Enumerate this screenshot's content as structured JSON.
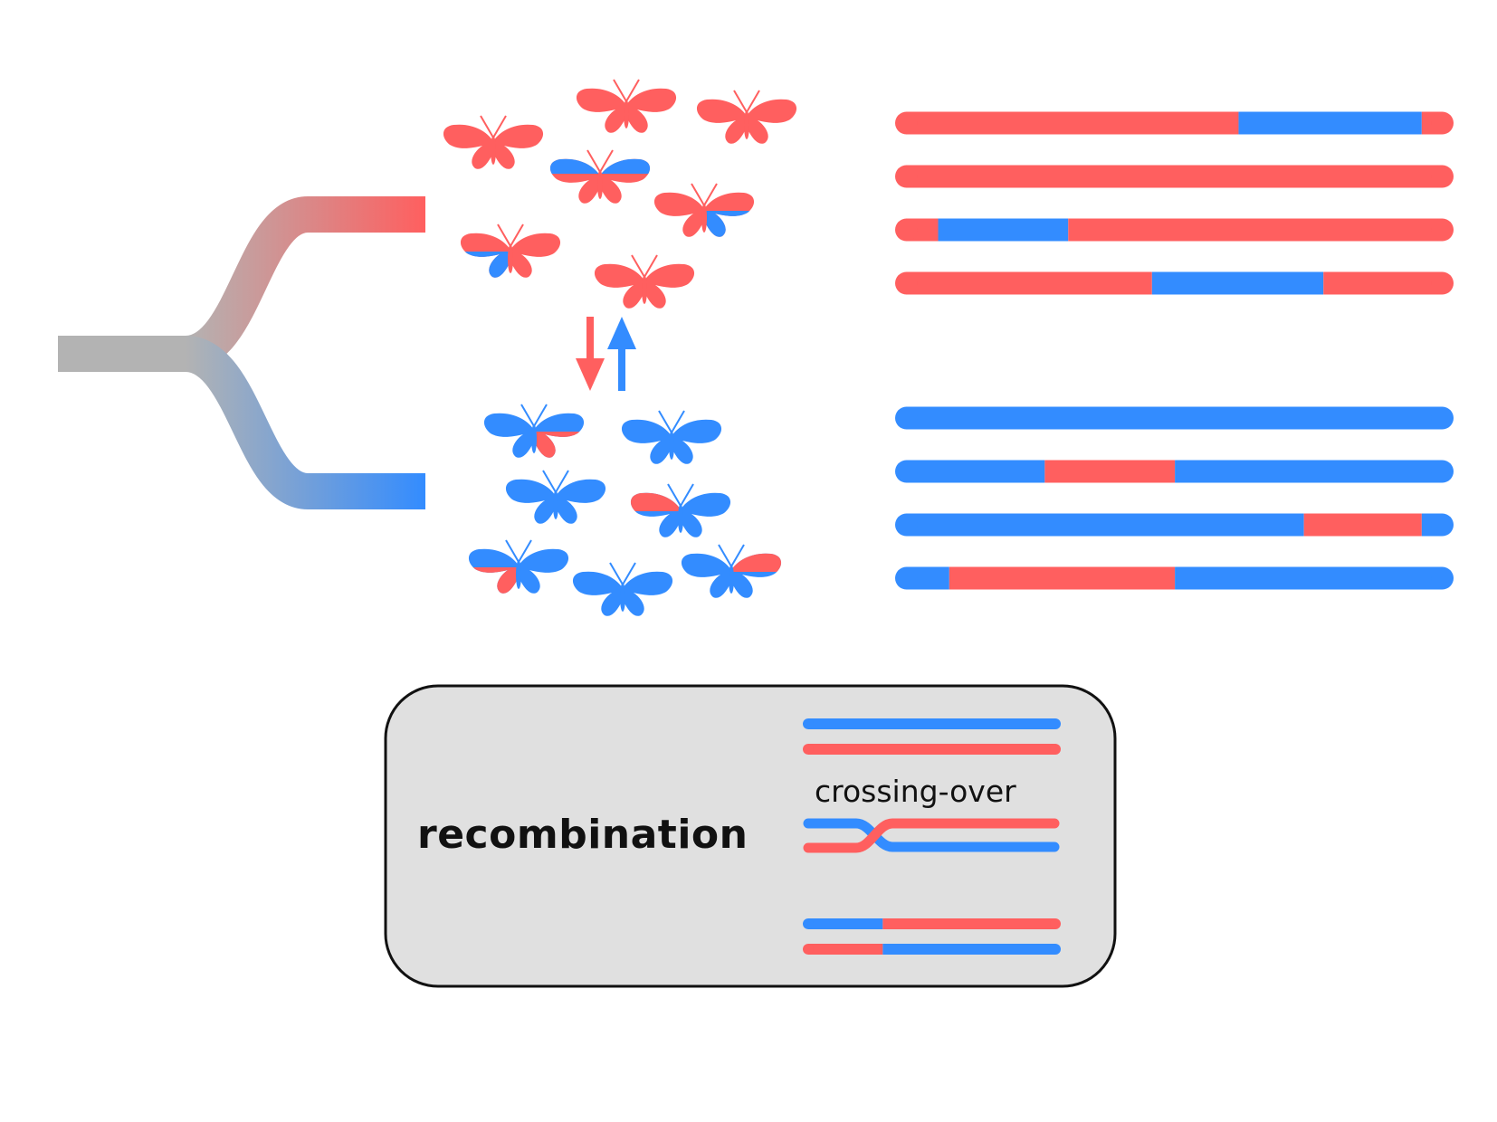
{
  "labels": {
    "recombination": "recombination",
    "crossing_over": "crossing-over"
  },
  "colors": {
    "red": "#ff5f5f",
    "blue": "#338cff",
    "gray": "#b3b3b3",
    "panel_fill": "#e0e0e0",
    "panel_border": "#111111"
  },
  "tree": {
    "branches": [
      "red",
      "blue"
    ]
  },
  "populations": {
    "red": {
      "butterflies": [
        {
          "base": "red",
          "patch": "none"
        },
        {
          "base": "red",
          "patch": "none"
        },
        {
          "base": "red",
          "patch": "none"
        },
        {
          "base": "red",
          "patch": "blue-upper-wings"
        },
        {
          "base": "red",
          "patch": "blue-right-hindwing"
        },
        {
          "base": "red",
          "patch": "blue-left-hindwing"
        },
        {
          "base": "red",
          "patch": "none"
        }
      ]
    },
    "blue": {
      "butterflies": [
        {
          "base": "blue",
          "patch": "red-right-hindwing"
        },
        {
          "base": "blue",
          "patch": "none"
        },
        {
          "base": "blue",
          "patch": "none"
        },
        {
          "base": "blue",
          "patch": "red-left-upper-wing"
        },
        {
          "base": "blue",
          "patch": "red-left-hindwing"
        },
        {
          "base": "blue",
          "patch": "none"
        },
        {
          "base": "blue",
          "patch": "red-right-upper-wing"
        }
      ]
    }
  },
  "gene_flow": [
    {
      "direction": "down",
      "color": "red"
    },
    {
      "direction": "up",
      "color": "blue"
    }
  ],
  "chromosomes": {
    "red_population": [
      [
        {
          "color": "red",
          "from": 0,
          "to": 0.615
        },
        {
          "color": "blue",
          "from": 0.615,
          "to": 0.943
        },
        {
          "color": "red",
          "from": 0.943,
          "to": 1
        }
      ],
      [
        {
          "color": "red",
          "from": 0,
          "to": 1
        }
      ],
      [
        {
          "color": "red",
          "from": 0,
          "to": 0.077
        },
        {
          "color": "blue",
          "from": 0.077,
          "to": 0.31
        },
        {
          "color": "red",
          "from": 0.31,
          "to": 1
        }
      ],
      [
        {
          "color": "red",
          "from": 0,
          "to": 0.46
        },
        {
          "color": "blue",
          "from": 0.46,
          "to": 0.767
        },
        {
          "color": "red",
          "from": 0.767,
          "to": 1
        }
      ]
    ],
    "blue_population": [
      [
        {
          "color": "blue",
          "from": 0,
          "to": 1
        }
      ],
      [
        {
          "color": "blue",
          "from": 0,
          "to": 0.268
        },
        {
          "color": "red",
          "from": 0.268,
          "to": 0.501
        },
        {
          "color": "blue",
          "from": 0.501,
          "to": 1
        }
      ],
      [
        {
          "color": "blue",
          "from": 0,
          "to": 0.732
        },
        {
          "color": "red",
          "from": 0.732,
          "to": 0.943
        },
        {
          "color": "blue",
          "from": 0.943,
          "to": 1
        }
      ],
      [
        {
          "color": "blue",
          "from": 0,
          "to": 0.097
        },
        {
          "color": "red",
          "from": 0.097,
          "to": 0.501
        },
        {
          "color": "blue",
          "from": 0.501,
          "to": 1
        }
      ]
    ]
  },
  "recombination_panel": {
    "before": [
      [
        {
          "color": "blue",
          "from": 0,
          "to": 1
        }
      ],
      [
        {
          "color": "red",
          "from": 0,
          "to": 1
        }
      ]
    ],
    "after": [
      [
        {
          "color": "blue",
          "from": 0,
          "to": 0.31
        },
        {
          "color": "red",
          "from": 0.31,
          "to": 1
        }
      ],
      [
        {
          "color": "red",
          "from": 0,
          "to": 0.31
        },
        {
          "color": "blue",
          "from": 0.31,
          "to": 1
        }
      ]
    ]
  }
}
